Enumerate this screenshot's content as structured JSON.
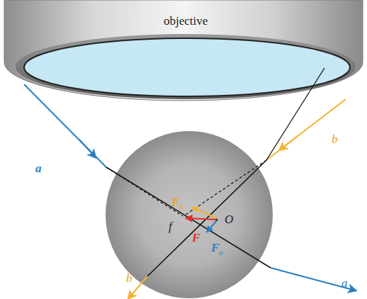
{
  "diagram": {
    "nodes": [
      {
        "text": [
          "objective"
        ]
      }
    ],
    "labels": [
      "a",
      "b",
      "F",
      "b",
      "f",
      "O",
      "F",
      "F",
      "a",
      "a",
      "b"
    ]
  }
}
